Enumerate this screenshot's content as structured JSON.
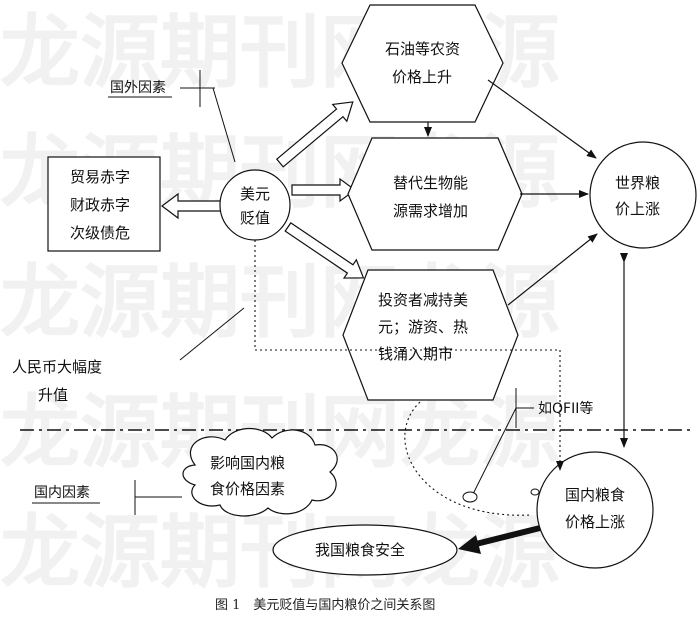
{
  "watermark": {
    "row1": "龙源期刊网龙源",
    "row2": "龙源期刊网龙源",
    "row3": "龙源期刊网龙源",
    "row4": "龙源期刊网龙源",
    "row5": "龙源期刊网龙源"
  },
  "labels": {
    "foreign_factors": "国外因素",
    "domestic_factors": "国内因素",
    "rmb_line1": "人民币大幅度",
    "rmb_line2": "升值",
    "qfii": "如QFII等"
  },
  "nodes": {
    "deficits": {
      "line1": "贸易赤字",
      "line2": "财政赤字",
      "line3": "次级债危"
    },
    "usd": {
      "line1": "美元",
      "line2": "贬值"
    },
    "oil": {
      "line1": "石油等农资",
      "line2": "价格上升"
    },
    "biofuel": {
      "line1": "替代生物能",
      "line2": "源需求增加"
    },
    "investors": {
      "line1": "投资者减持美",
      "line2": "元；游资、热",
      "line3": "钱涌入期市"
    },
    "world_grain": {
      "line1": "世界粮",
      "line2": "价上涨"
    },
    "domestic_grain": {
      "line1": "国内粮食",
      "line2": "价格上涨"
    },
    "factors_cloud": {
      "line1": "影响国内粮",
      "line2": "食价格因素"
    },
    "security": {
      "line1": "我国粮食安全"
    }
  },
  "caption": "图 1　美元贬值与国内粮价之间关系图"
}
